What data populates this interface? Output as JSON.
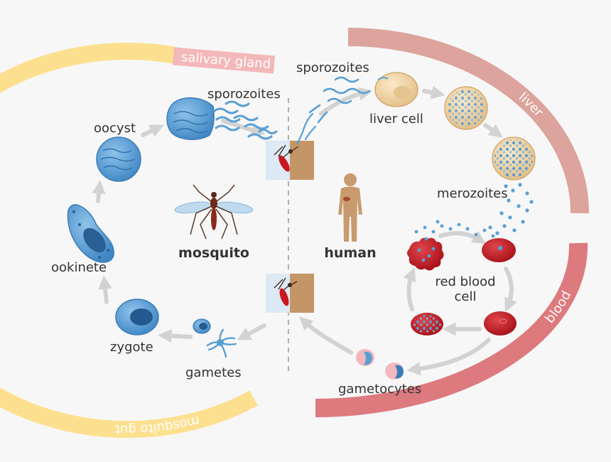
{
  "colors": {
    "mosquito_gut_band": "#fde08f",
    "salivary_gland_band": "#f3b8b9",
    "liver_band": "#dca49c",
    "blood_band": "#dd7a7e",
    "cell_blue": "#5a9fd4",
    "rbc_red": "#c8171f",
    "arrow_gray": "#d2d2d2",
    "liver_cell": "#f0d7a8",
    "mosquito_body": "#8a2a1a",
    "human_figure": "#c99a6e",
    "skin_tan": "#c49667"
  },
  "labels": {
    "salivary_gland": "salivary gland",
    "mosquito_gut": "mosquito gut",
    "liver": "liver",
    "blood": "blood",
    "sporozoites_mosquito": "sporozoites",
    "sporozoites_human": "sporozoites",
    "oocyst": "oocyst",
    "ookinete": "ookinete",
    "zygote": "zygote",
    "gametes": "gametes",
    "mosquito": "mosquito",
    "human": "human",
    "liver_cell": "liver cell",
    "merozoites": "merozoites",
    "red_blood_cell_line1": "red blood",
    "red_blood_cell_line2": "cell",
    "gametocytes": "gametocytes"
  },
  "icons": {
    "mosquito": "mosquito-icon",
    "human": "human-silhouette-icon",
    "bite_top": "mosquito-bite-icon",
    "bite_bottom": "mosquito-bite-icon"
  }
}
